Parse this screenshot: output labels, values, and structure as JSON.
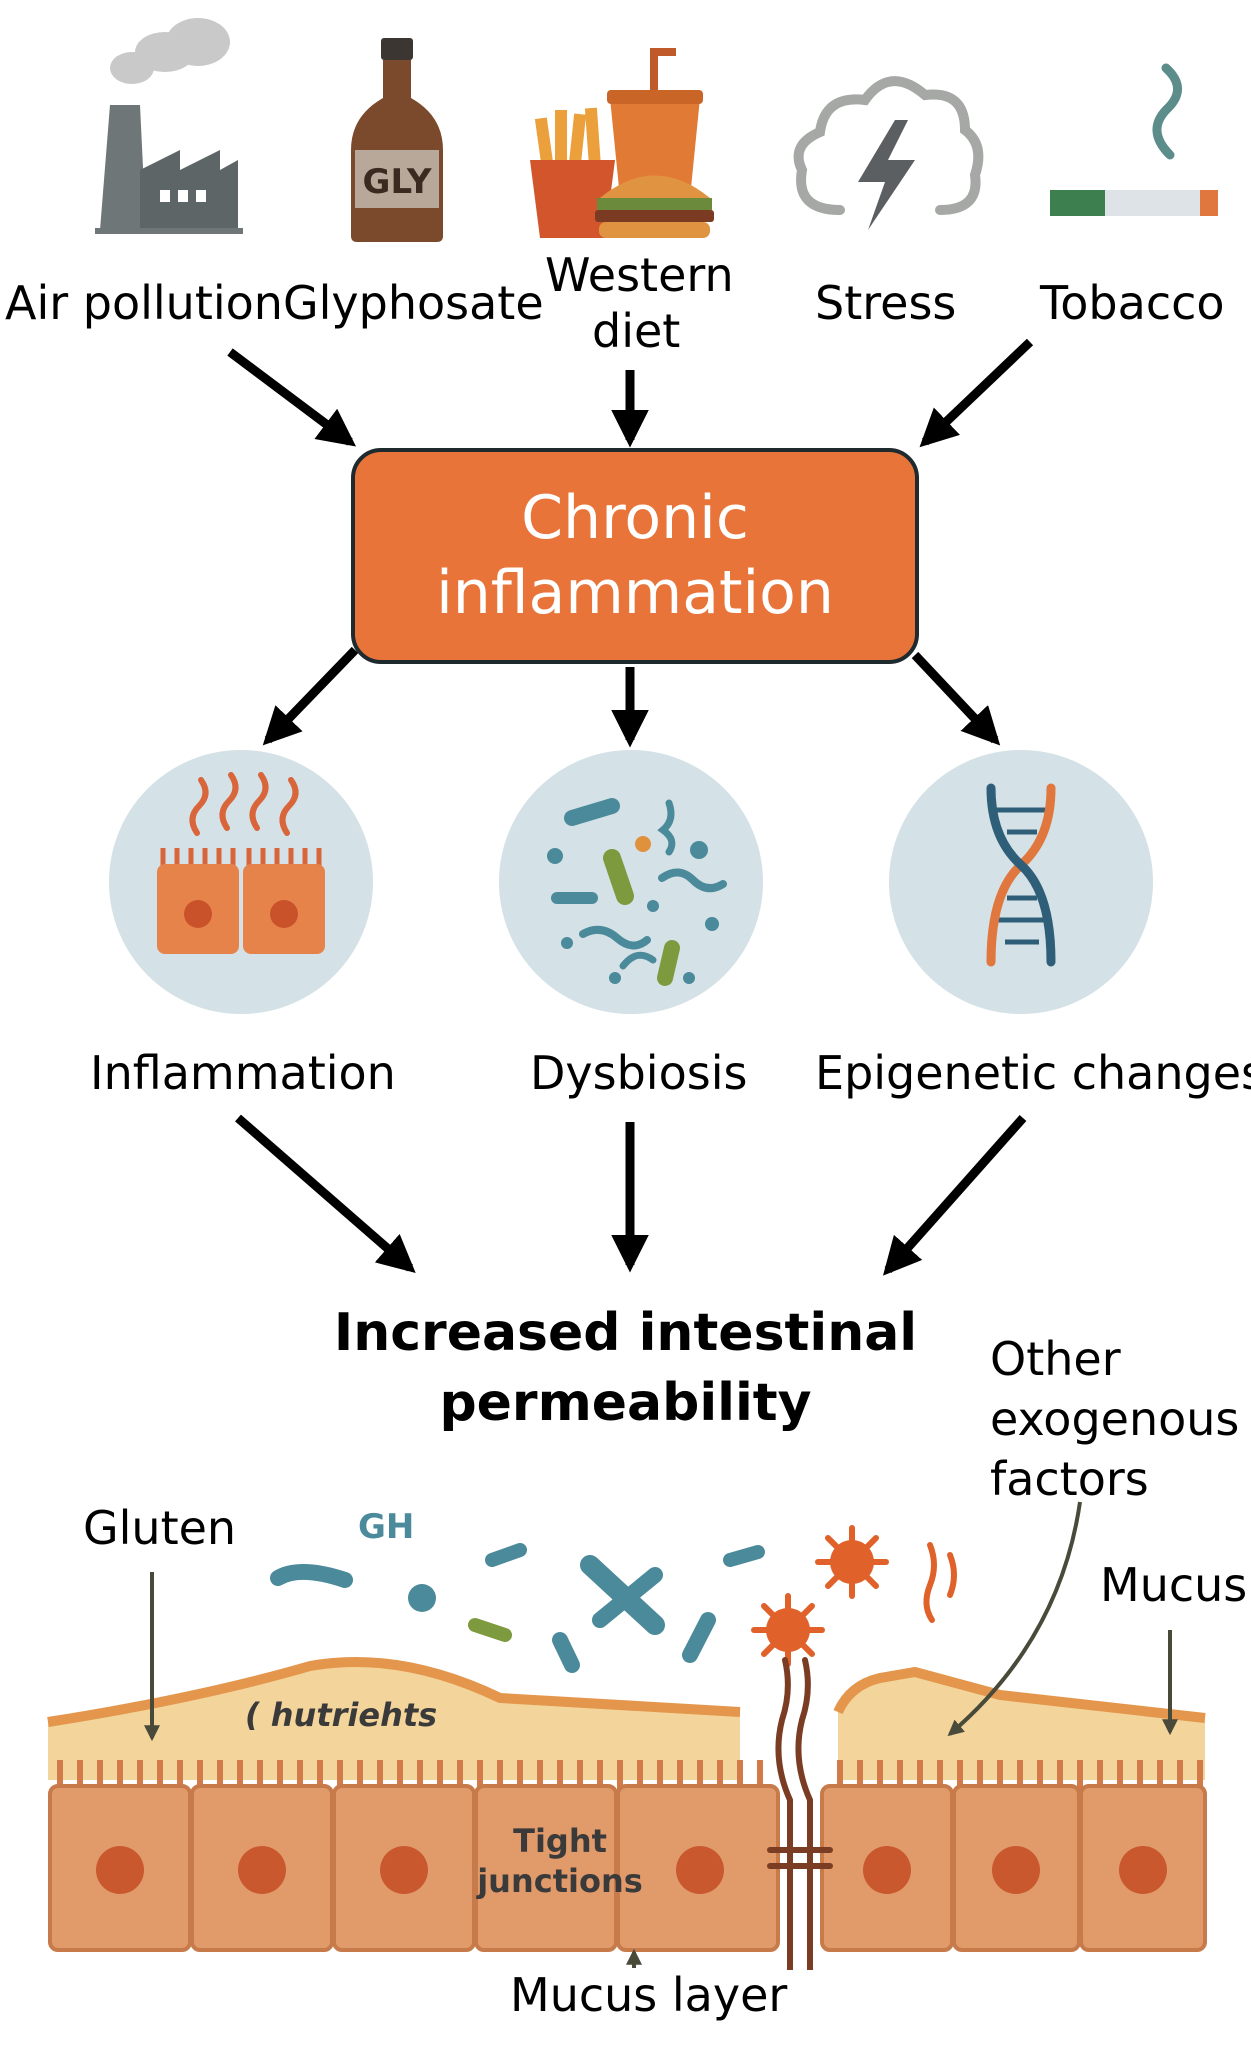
{
  "risk_factors": [
    {
      "name": "Air pollution",
      "icon": "factory-icon"
    },
    {
      "name": "Glyphosate",
      "icon": "bottle-icon",
      "bottle_label": "GLY"
    },
    {
      "name": "Western diet",
      "line1": "Western",
      "line2": "diet",
      "icon": "fast-food-icon"
    },
    {
      "name": "Stress",
      "icon": "storm-cloud-icon"
    },
    {
      "name": "Tobacco",
      "icon": "cigarette-icon"
    }
  ],
  "central": {
    "line1": "Chronic",
    "line2": "inflammation",
    "color": "#e8743a",
    "text_color": "#ffffff"
  },
  "effects": [
    {
      "name": "Inflammation",
      "icon": "inflamed-cells-icon"
    },
    {
      "name": "Dysbiosis",
      "icon": "microbes-icon"
    },
    {
      "name": "Epigenetic changes",
      "icon": "dna-icon"
    }
  ],
  "outcome": {
    "line1": "Increased intestinal",
    "line2": "permeability"
  },
  "gut_illustration": {
    "gluten_label": "Gluten",
    "other_label_line1": "Other",
    "other_label_line2": "exogenous",
    "other_label_line3": "factors",
    "mucus_label": "Mucus",
    "mucus_layer_label": "Mucus layer",
    "nutrients_text": "( hutriehts",
    "tight_line1": "Tight",
    "tight_line2": "junctions",
    "gh_text": "GH"
  },
  "colors": {
    "orange": "#e8743a",
    "circle_bg": "#d4e1e6",
    "teal": "#4b8a9a",
    "cell": "#e19a6a",
    "mucus": "#f3d49a",
    "arrow": "#000000"
  }
}
